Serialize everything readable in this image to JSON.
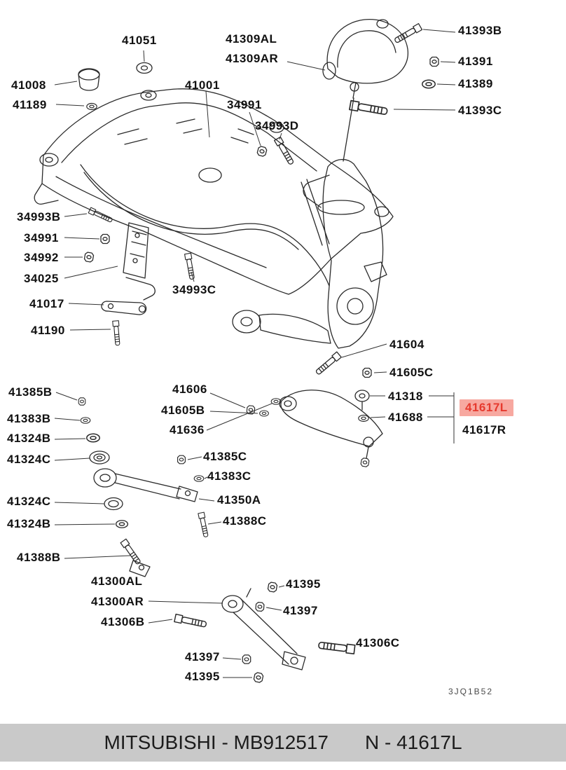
{
  "diagram_code": "3JQ1B52",
  "highlight": {
    "part": "41617L",
    "background": "#f7a8a0",
    "text_color": "#e63a2e"
  },
  "footer": {
    "left": "MITSUBISHI - MB912517",
    "right": "N - 41617L"
  },
  "labels": [
    {
      "text": "41051"
    },
    {
      "text": "41309AL"
    },
    {
      "text": "41309AR"
    },
    {
      "text": "41393B"
    },
    {
      "text": "41391"
    },
    {
      "text": "41389"
    },
    {
      "text": "41008"
    },
    {
      "text": "41189"
    },
    {
      "text": "41001"
    },
    {
      "text": "34991"
    },
    {
      "text": "34993D"
    },
    {
      "text": "41393C"
    },
    {
      "text": "34993B"
    },
    {
      "text": "34991"
    },
    {
      "text": "34992"
    },
    {
      "text": "34025"
    },
    {
      "text": "34993C"
    },
    {
      "text": "41017"
    },
    {
      "text": "41190"
    },
    {
      "text": "41604"
    },
    {
      "text": "41605C"
    },
    {
      "text": "41318"
    },
    {
      "text": "41688"
    },
    {
      "text": "41617L",
      "highlighted": true
    },
    {
      "text": "41617R"
    },
    {
      "text": "41606"
    },
    {
      "text": "41605B"
    },
    {
      "text": "41636"
    },
    {
      "text": "41385B"
    },
    {
      "text": "41383B"
    },
    {
      "text": "41324B"
    },
    {
      "text": "41324C"
    },
    {
      "text": "41385C"
    },
    {
      "text": "41383C"
    },
    {
      "text": "41324C"
    },
    {
      "text": "41350A"
    },
    {
      "text": "41324B"
    },
    {
      "text": "41388C"
    },
    {
      "text": "41388B"
    },
    {
      "text": "41300AL"
    },
    {
      "text": "41300AR"
    },
    {
      "text": "41306B"
    },
    {
      "text": "41395"
    },
    {
      "text": "41397"
    },
    {
      "text": "41306C"
    },
    {
      "text": "41397"
    },
    {
      "text": "41395"
    }
  ]
}
